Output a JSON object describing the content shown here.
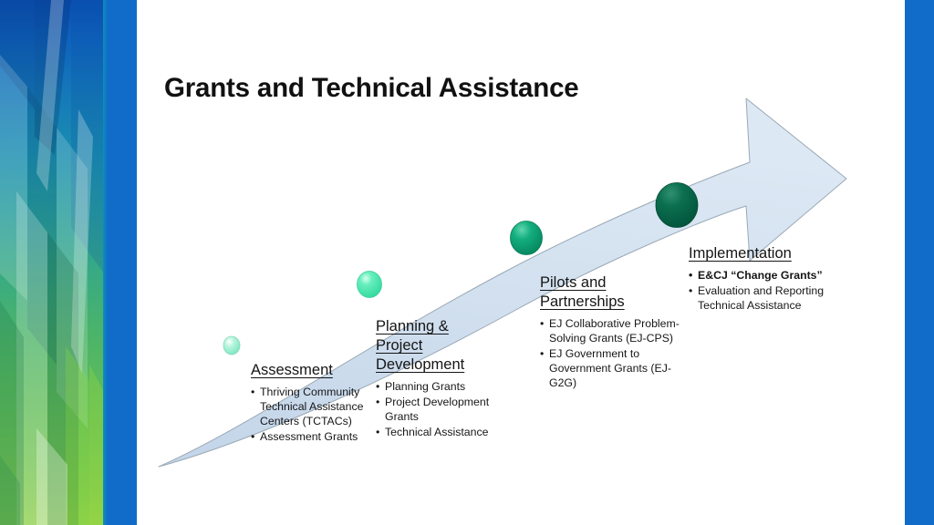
{
  "slide": {
    "title": "Grants and Technical Assistance",
    "accent_blue": "#106cc8",
    "arrow_fill": "#cfdeee",
    "arrow_stroke": "#9aa9b5"
  },
  "stages": [
    {
      "id": "assessment",
      "heading": "Assessment",
      "marker_color": "#8ff0cd",
      "bullets": [
        "Thriving Community Technical Assistance Centers (TCTACs)",
        "Assessment Grants"
      ],
      "bold_flags": [
        false,
        false
      ]
    },
    {
      "id": "planning",
      "heading": "Planning &\nProject\nDevelopment",
      "marker_color": "#4ee6b0",
      "bullets": [
        "Planning Grants",
        "Project Development Grants",
        "Technical Assistance"
      ],
      "bold_flags": [
        false,
        false,
        false
      ]
    },
    {
      "id": "pilots",
      "heading": "Pilots and\nPartnerships",
      "marker_color": "#10a578",
      "bullets": [
        "EJ Collaborative Problem-Solving Grants (EJ-CPS)",
        "EJ Government to Government Grants (EJ-G2G)"
      ],
      "bold_flags": [
        false,
        false
      ]
    },
    {
      "id": "implementation",
      "heading": "Implementation",
      "marker_color": "#0c6b4a",
      "bullets": [
        "E&CJ “Change Grants”",
        "Evaluation and Reporting Technical Assistance"
      ],
      "bold_flags": [
        true,
        false
      ]
    }
  ]
}
